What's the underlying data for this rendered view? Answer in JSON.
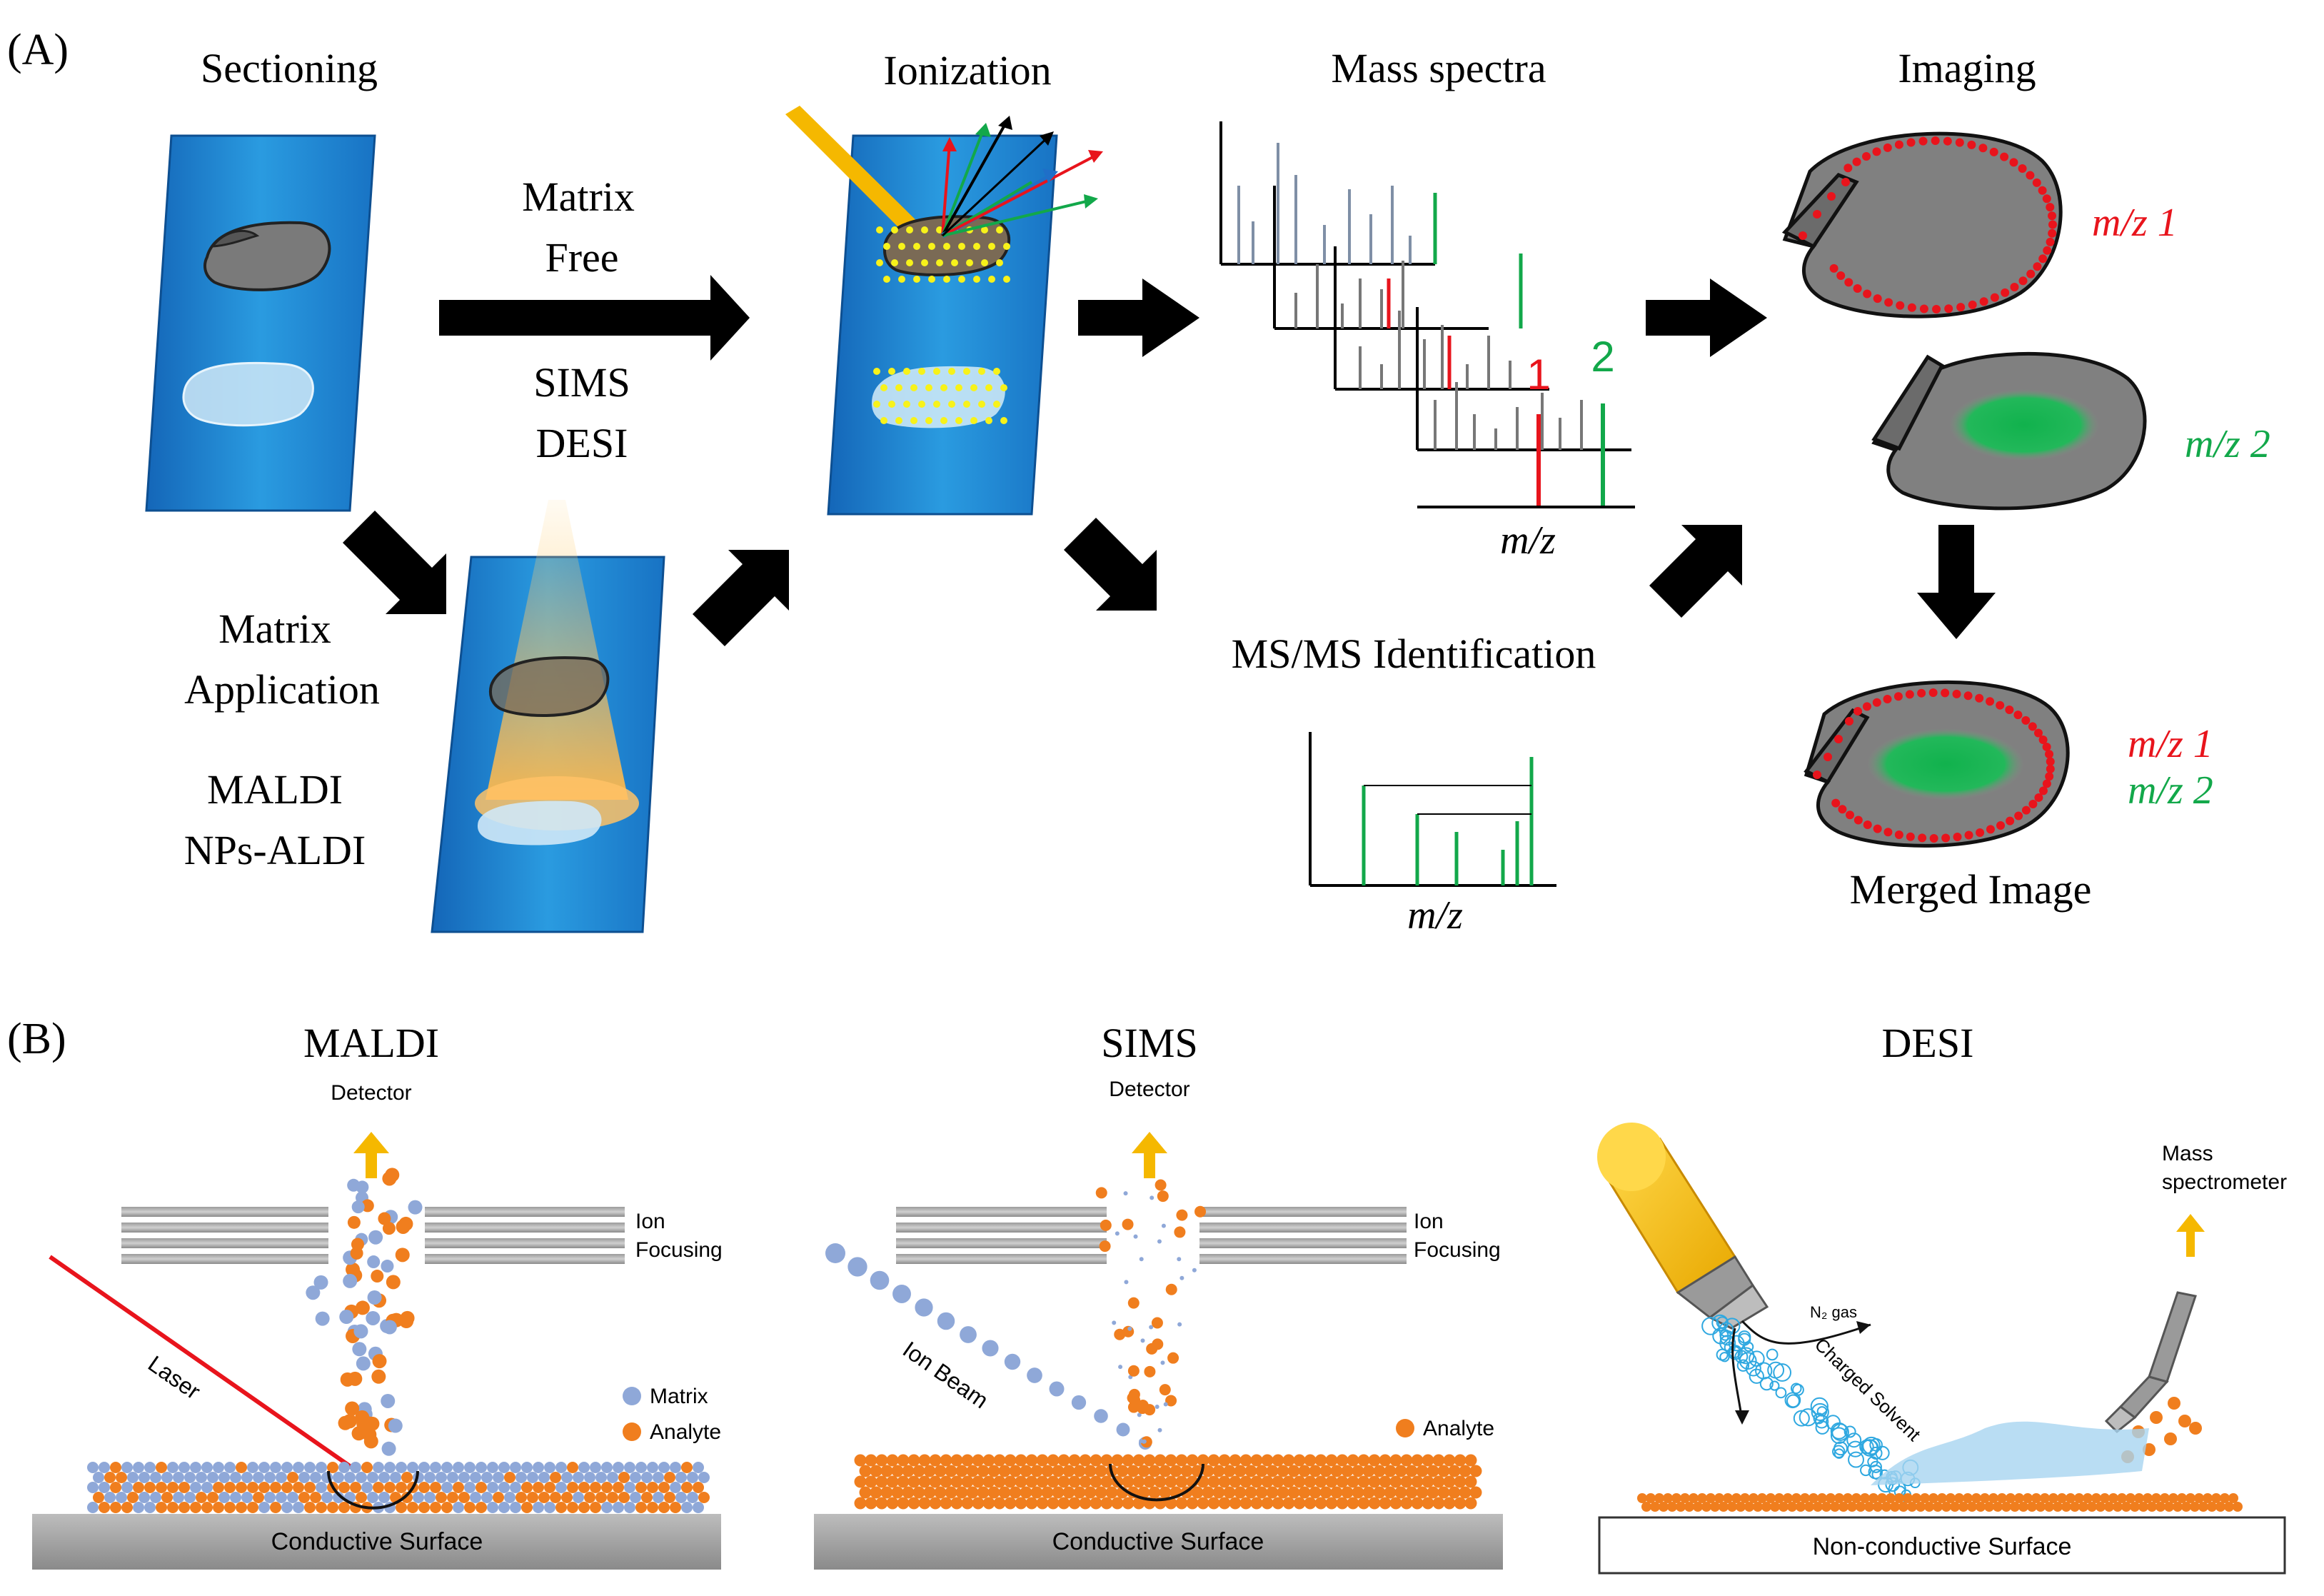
{
  "panel_a": {
    "label": "(A)",
    "sectioning": "Sectioning",
    "ionization": "Ionization",
    "mass_spectra": "Mass spectra",
    "imaging": "Imaging",
    "matrix_free_1": "Matrix",
    "matrix_free_2": "Free",
    "sims": "SIMS",
    "desi": "DESI",
    "matrix_app_1": "Matrix",
    "matrix_app_2": "Application",
    "maldi": "MALDI",
    "nps_aldi": "NPs-ALDI",
    "peak_1": "1",
    "peak_2": "2",
    "mz_axis": "m/z",
    "msms": "MS/MS Identification",
    "mz_axis_msms": "m/z",
    "mz1_label": "m/z 1",
    "mz2_label": "m/z 2",
    "merged_mz1": "m/z 1",
    "merged_mz2": "m/z 2",
    "merged_image": "Merged Image"
  },
  "panel_b": {
    "label": "(B)",
    "maldi": {
      "title": "MALDI",
      "detector": "Detector",
      "ion_focus_1": "Ion",
      "ion_focus_2": "Focusing",
      "laser": "Laser",
      "legend_matrix": "Matrix",
      "legend_analyte": "Analyte",
      "surface": "Conductive Surface"
    },
    "sims": {
      "title": "SIMS",
      "detector": "Detector",
      "ion_focus_1": "Ion",
      "ion_focus_2": "Focusing",
      "ion_beam": "Ion Beam",
      "legend_analyte": "Analyte",
      "surface": "Conductive Surface"
    },
    "desi": {
      "title": "DESI",
      "mass_spec_1": "Mass",
      "mass_spec_2": "spectrometer",
      "n2_gas": "N₂ gas",
      "charged_solvent": "Charged Solvent",
      "surface": "Non-conductive Surface"
    }
  },
  "colors": {
    "slide_blue": "#1f8fd6",
    "red": "#e8141c",
    "green": "#12a84a",
    "matrix_blue": "#8fa8d8",
    "analyte_orange": "#f07e1e",
    "laser_yellow": "#f5b800"
  }
}
